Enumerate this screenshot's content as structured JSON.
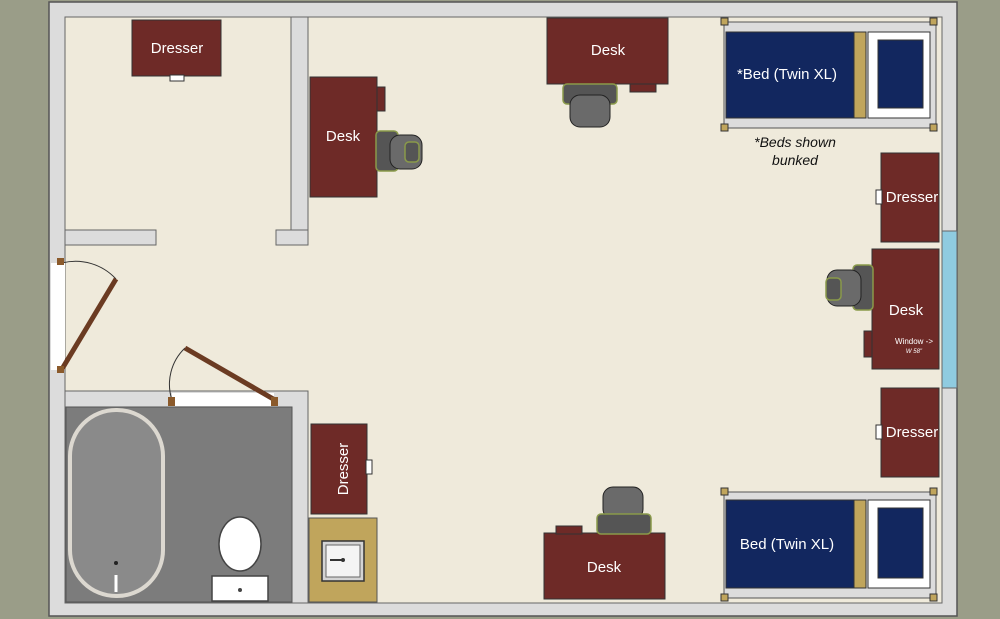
{
  "colors": {
    "background": "#9a9d88",
    "floor": "#efeadb",
    "wall": "#dcdcdc",
    "furniture": "#6e2a27",
    "bed": "#12275f",
    "bathroom": "#7c7c7c",
    "window": "#8fcbe0",
    "counter": "#c0a55c"
  },
  "labels": {
    "dresser_top_left": "Dresser",
    "desk_left": "Desk",
    "desk_top": "Desk",
    "bed_top": "*Bed (Twin XL)",
    "beds_note_line1": "*Beds shown",
    "beds_note_line2": "bunked",
    "dresser_right_upper": "Dresser",
    "desk_right": "Desk",
    "window_note": "Window ->",
    "window_width": "W 58\"",
    "dresser_right_lower": "Dresser",
    "dresser_bath": "Dresser",
    "bed_bottom": "Bed (Twin XL)",
    "desk_bottom": "Desk"
  }
}
